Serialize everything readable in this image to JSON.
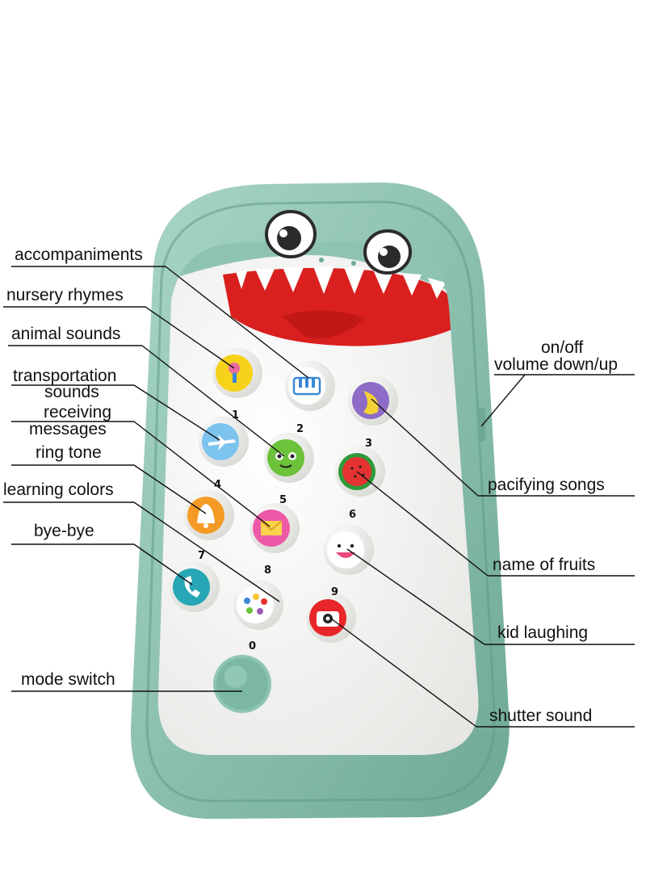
{
  "product": "toy shark phone",
  "callouts": {
    "accompaniments": "accompaniments",
    "nursery_rhymes": "nursery rhymes",
    "animal_sounds": "animal sounds",
    "transportation_sounds_line1": "transportation",
    "transportation_sounds_line2": "sounds",
    "receiving_messages_line1": "receiving",
    "receiving_messages_line2": "messages",
    "ring_tone": "ring tone",
    "learning_colors": "learning colors",
    "bye_bye": "bye-bye",
    "mode_switch": "mode switch",
    "on_off": "on/off",
    "volume": "volume down/up",
    "pacifying_songs": "pacifying songs",
    "name_of_fruits": "name of fruits",
    "kid_laughing": "kid laughing",
    "shutter_sound": "shutter sound"
  },
  "keys": {
    "n1": "1",
    "n2": "2",
    "n3": "3",
    "n4": "4",
    "n5": "5",
    "n6": "6",
    "n7": "7",
    "n8": "8",
    "n9": "9",
    "n0": "0"
  },
  "colors": {
    "shell": "#8ec3b2",
    "shell_dark": "#6aa794",
    "mouth": "#d9201f",
    "face": "#f6f6f4"
  }
}
